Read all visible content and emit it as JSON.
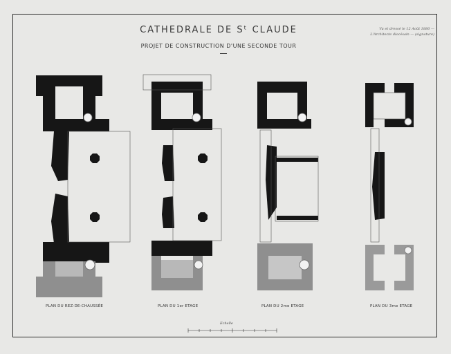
{
  "sheet": {
    "title": "CATHEDRALE DE Sᵗ CLAUDE",
    "subtitle": "PROJET DE CONSTRUCTION D'UNE SECONDE TOUR",
    "note": "Vu et dressé le 12 Août 1880 — L'Architecte diocésain — (signature)",
    "scale_label": "Echelle"
  },
  "plans": [
    {
      "label": "PLAN DU REZ-DE-CHAUSSÉE"
    },
    {
      "label": "PLAN DU 1er ETAGE"
    },
    {
      "label": "PLAN DU 2me ETAGE"
    },
    {
      "label": "PLAN DU 3me ETAGE"
    }
  ],
  "colors": {
    "wall_existing": "#161616",
    "wall_new": "#8f8f8f",
    "wall_new_light": "#b3b3b3",
    "paper": "#e8e8e6",
    "ink": "#2a2a2a"
  }
}
